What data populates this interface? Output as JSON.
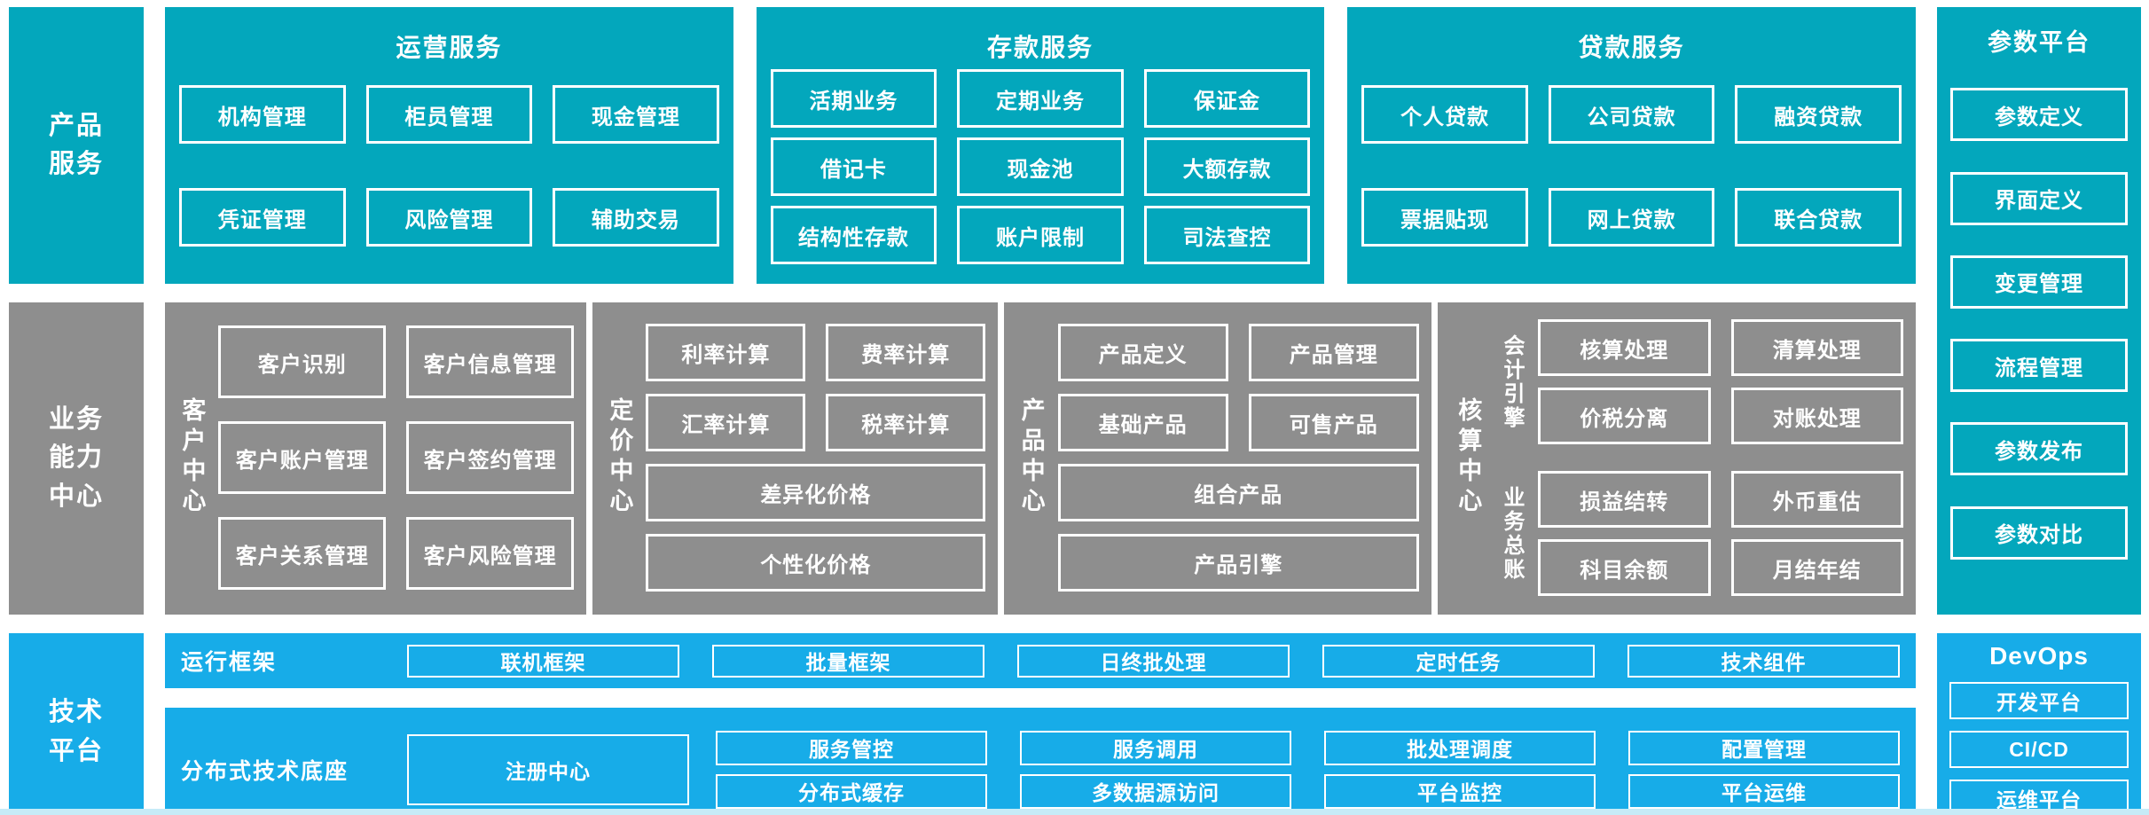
{
  "colors": {
    "teal": "#03A7BC",
    "gray": "#8E8E8E",
    "blue": "#17ACE8",
    "strip": "#C6EBF7"
  },
  "product": {
    "label": "产品\n服务",
    "panels": [
      {
        "title": "运营服务",
        "boxes": [
          [
            "机构管理",
            "柜员管理",
            "现金管理"
          ],
          [
            "凭证管理",
            "风险管理",
            "辅助交易"
          ]
        ]
      },
      {
        "title": "存款服务",
        "boxes": [
          [
            "活期业务",
            "定期业务",
            "保证金"
          ],
          [
            "借记卡",
            "现金池",
            "大额存款"
          ],
          [
            "结构性存款",
            "账户限制",
            "司法查控"
          ]
        ]
      },
      {
        "title": "贷款服务",
        "boxes": [
          [
            "个人贷款",
            "公司贷款",
            "融资贷款"
          ],
          [
            "票据贴现",
            "网上贷款",
            "联合贷款"
          ]
        ]
      }
    ]
  },
  "param": {
    "title": "参数平台",
    "items": [
      "参数定义",
      "界面定义",
      "变更管理",
      "流程管理",
      "参数发布",
      "参数对比"
    ]
  },
  "business": {
    "label": "业务\n能力\n中心",
    "centers": [
      {
        "title": "客户中心",
        "boxes": [
          [
            "客户识别",
            "客户信息管理"
          ],
          [
            "客户账户管理",
            "客户签约管理"
          ],
          [
            "客户关系管理",
            "客户风险管理"
          ]
        ]
      },
      {
        "title": "定价中心",
        "boxes": [
          [
            "利率计算",
            "费率计算"
          ],
          [
            "汇率计算",
            "税率计算"
          ]
        ],
        "full": [
          "差异化价格",
          "个性化价格"
        ]
      },
      {
        "title": "产品中心",
        "boxes": [
          [
            "产品定义",
            "产品管理"
          ],
          [
            "基础产品",
            "可售产品"
          ]
        ],
        "full": [
          "组合产品",
          "产品引擎"
        ]
      },
      {
        "title": "核算中心",
        "groups": [
          {
            "label": "会计引擎",
            "boxes": [
              [
                "核算处理",
                "清算处理"
              ],
              [
                "价税分离",
                "对账处理"
              ]
            ]
          },
          {
            "label": "业务总账",
            "boxes": [
              [
                "损益结转",
                "外币重估"
              ],
              [
                "科目余额",
                "月结年结"
              ]
            ]
          }
        ]
      }
    ]
  },
  "tech": {
    "label": "技术\n平台",
    "bands": [
      {
        "title": "运行框架",
        "items": [
          "联机框架",
          "批量框架",
          "日终批处理",
          "定时任务",
          "技术组件"
        ]
      },
      {
        "title": "分布式技术底座",
        "big": "注册中心",
        "grid": [
          [
            "服务管控",
            "服务调用",
            "批处理调度",
            "配置管理"
          ],
          [
            "分布式缓存",
            "多数据源访问",
            "平台监控",
            "平台运维"
          ]
        ]
      }
    ]
  },
  "devops": {
    "title": "DevOps",
    "items": [
      "开发平台",
      "CI/CD",
      "运维平台"
    ]
  }
}
